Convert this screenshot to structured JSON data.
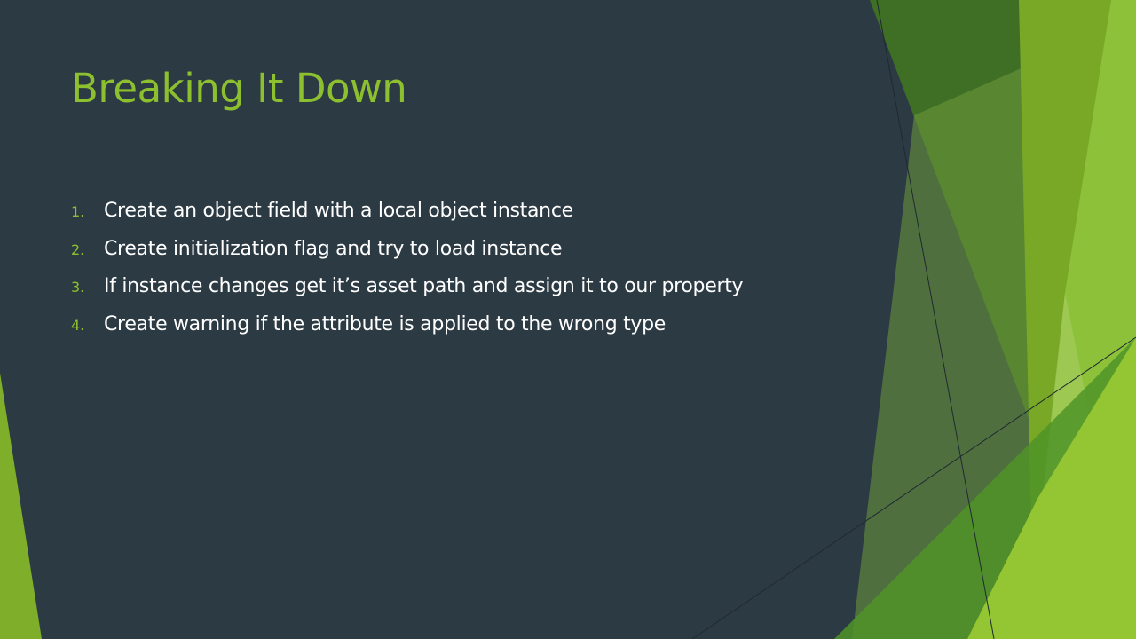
{
  "slide": {
    "title": "Breaking It Down",
    "items": [
      {
        "number": "1.",
        "text": "Create an object field with a local object instance"
      },
      {
        "number": "2.",
        "text": "Create initialization flag and try to load instance"
      },
      {
        "number": "3.",
        "text": "If instance changes get it’s asset path and assign it to our property"
      },
      {
        "number": "4.",
        "text": "Create warning if the attribute is applied to the wrong type"
      }
    ]
  },
  "colors": {
    "background": "#2c3a43",
    "accent_green": "#8dc02e",
    "text": "#ffffff"
  }
}
